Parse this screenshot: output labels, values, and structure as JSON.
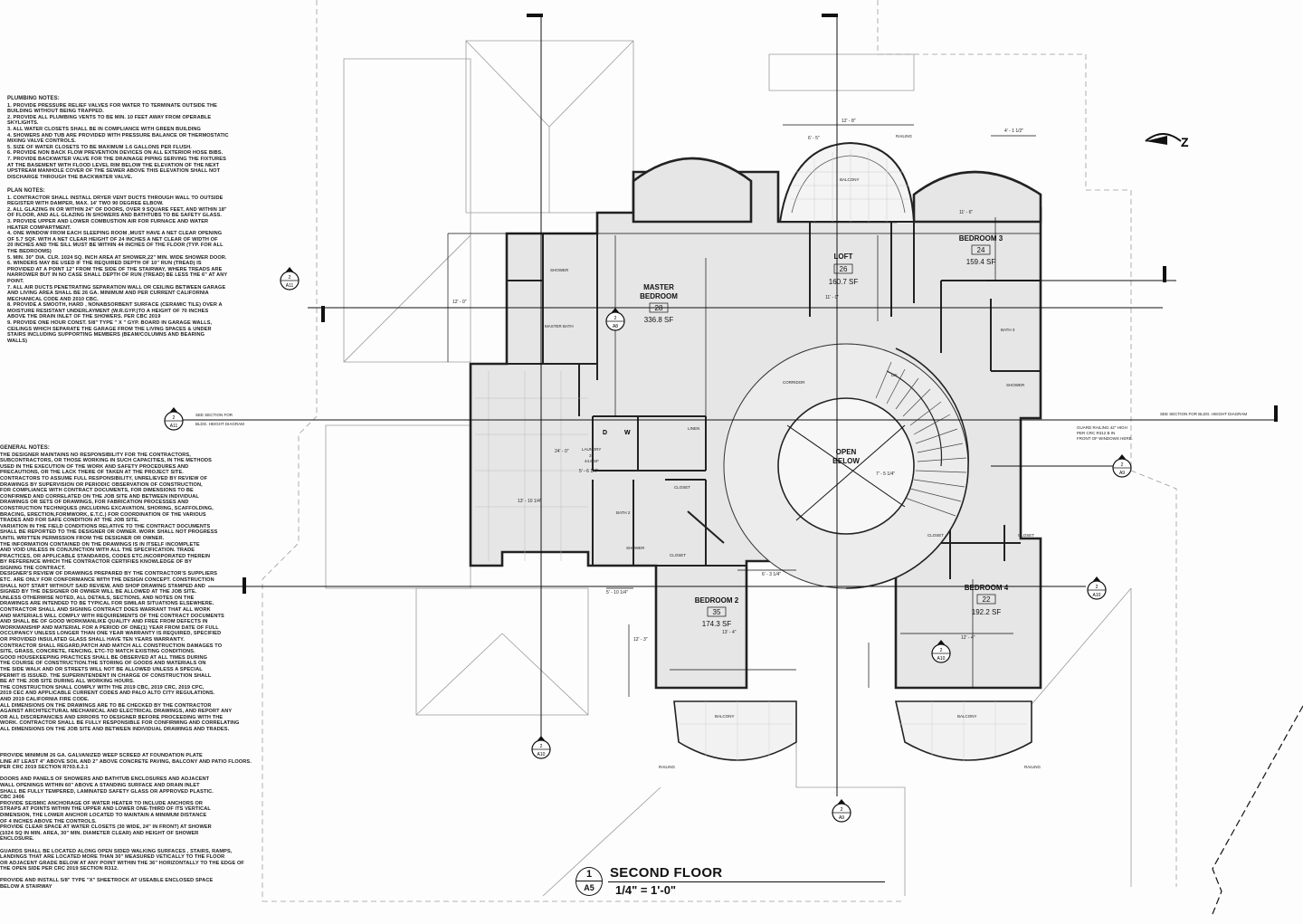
{
  "notes": {
    "plumbing": {
      "title": "PLUMBING NOTES:",
      "lines": [
        "1.   PROVIDE PRESSURE RELIEF VALVES FOR WATER TO TERMINATE OUTSIDE THE",
        "      BUILDING WITHOUT BEING TRAPPED.",
        "2.   PROVIDE ALL PLUMBING VENTS TO BE MIN. 10 FEET AWAY FROM OPERABLE",
        "      SKYLIGHTS.",
        "3.   ALL WATER CLOSETS SHALL BE IN COMPLIANCE WITH GREEN BUILDING",
        "4.   SHOWERS AND TUB ARE PROVIDED WITH PRESSURE BALANCE OR THERMOSTATIC",
        "      MIXING VALVE CONTROLS.",
        "5.   SIZE OF WATER CLOSETS TO BE MAXIMUM 1.6 GALLONS PER FLUSH.",
        "6.   PROVIDE NON BACK FLOW PREVENTION DEVICES ON ALL EXTERIOR HOSE BIBS.",
        "7.   PROVIDE BACKWATER VALVE FOR THE DRAINAGE PIPING SERVING THE FIXTURES",
        "      AT THE BASEMENT WITH FLOOD LEVEL RIM BELOW THE ELEVATION OF THE NEXT",
        "      UPSTREAM MANHOLE COVER OF THE SEWER ABOVE THIS ELEVATION SHALL NOT",
        "      DISCHARGE THROUGH THE BACKWATER VALVE."
      ]
    },
    "plan": {
      "title": "PLAN NOTES:",
      "lines": [
        "1.   CONTRACTOR SHALL INSTALL DRYER VENT DUCTS THROUGH WALL TO OUTSIDE",
        "      REGISTER WITH DAMPER, MAX. 14' TWO 90 DEGREE ELBOW.",
        "2.   ALL GLAZING IN OR WITHIN 24\" OF DOORS, OVER 9 SQUARE FEET, AND WITHIN 18\"",
        "      OF FLOOR, AND ALL GLAZING IN SHOWERS AND BATHTUBS TO BE SAFETY GLASS.",
        "3.   PROVIDE UPPER AND LOWER COMBUSTION AIR FOR FURNACE AND WATER",
        "      HEATER COMPARTMENT.",
        "4.   ONE WINDOW FROM EACH SLEEPING ROOM ,MUST HAVE A NET CLEAR OPENING",
        "      OF 5.7 SQF. WITH A NET CLEAR HEIGHT OF 24 INCHES A NET CLEAR OF WIDTH OF",
        "      20 INCHES AND THE SILL MUST BE WITHIN 44 INCHES OF THE FLOOR (TYP. FOR ALL",
        "      THE BEDROOMS)",
        "5.   MIN. 30\" DIA. CLR. 1024 SQ. INCH AREA AT SHOWER,22\" MIN. WIDE SHOWER DOOR.",
        "6.   WINDERS MAY BE USED IF THE REQUIRED DEPTH OF 10\" RUN (TREAD) IS",
        "      PROVIDED AT A POINT 12\" FROM THE SIDE OF THE STAIRWAY, WHERE TREADS ARE",
        "      NARROWER BUT IN NO CASE SHALL DEPTH OF RUN (TREAD) BE LESS THE 6\" AT ANY",
        "      POINT.",
        "7.   ALL AIR DUCTS PENETRATING SEPARATION WALL OR CEILING BETWEEN GARAGE",
        "      AND LIVING AREA SHALL BE 26 GA. MINIMUM AND PER CURRENT CALIFORNIA",
        "      MECHANICAL CODE AND 2010 CBC.",
        "8.   PROVIDE A SMOOTH, HARD , NONABSORBENT SURFACE (CERAMIC TILE) OVER A",
        "      MOISTURE RESISTANT UNDERLAYMENT (W.R.GYP.)TO A HEIGHT OF 70 INCHES",
        "      ABOVE THE DRAIN INLET OF THE SHOWERS. PER CBC 2019",
        "9.   PROVIDE ONE HOUR CONST. 5/8\" TYPE \" X \" GYP. BOARD IN GARAGE WALLS,",
        "      CEILINGS WHICH SEPARATE THE GARAGE FROM THE LIVING SPACES & UNDER",
        "      STAIRS INCLUDING SUPPORTING MEMBERS (BEAM/COLUMNS AND BEARING",
        "      WALLS)"
      ]
    },
    "general": {
      "title": "GENERAL NOTES:",
      "lines": [
        "THE DESIGNER MAINTAINS NO RESPONSIBILITY FOR THE CONTRACTORS,",
        "SUBCONTRACTORS, OR THOSE WORKING IN SUCH CAPACITIES, IN THE METHODS",
        "USED IN THE EXECUTION OF THE WORK AND SAFETY PROCEDURES AND",
        "PRECAUTIONS, OR THE LACK THERE OF TAKEN AT THE PROJECT SITE.",
        "CONTRACTORS TO ASSUME FULL RESPONSIBILITY, UNRELIEVED BY REVIEW OF",
        "DRAWINGS BY SUPERVISION OR PERIODIC OBSERVATION OF CONSTRUCTION,",
        "FOR COMPLIANCE WITH CONTRACT DOCUMENTS, FOR DIMENSIONS TO BE",
        "CONFIRMED AND CORRELATED ON THE JOB SITE AND BETWEEN INDIVIDUAL",
        "DRAWINGS OR SETS OF DRAWINGS, FOR FABRICATION PROCESSES AND",
        "CONSTRUCTION TECHNIQUES (INCLUDING EXCAVATION, SHORING, SCAFFOLDING,",
        "BRACING, ERECTION,FORMWORK, E.T.C.) FOR COORDINATION OF THE VARIOUS",
        "TRADES AND FOR SAFE CONDITION AT THE JOB SITE.",
        "VARIATION IN THE FIELD CONDITIONS RELATIVE TO THE CONTRACT DOCUMENTS",
        "SHALL BE REPORTED TO THE DESIGNER OR OWNER. WORK SHALL NOT PROGRESS",
        "UNTIL WRITTEN PERMISSION FROM THE DESIGNER OR OWNER.",
        "THE INFORMATION CONTAINED ON THE DRAWINGS IS IN ITSELF INCOMPLETE",
        "AND VOID UNLESS IN CONJUNCTION WITH ALL THE SPECIFICATION. TRADE",
        "PRACTICES, OR APPLICABLE STANDARDS, CODES ETC.INCORPORATED THEREIN",
        "BY REFERENCE WHICH THE CONTRACTOR CERTIFIES KNOWLEDGE OF BY",
        "SIGNING THE CONTRACT.",
        "DESIGNER'S REVIEW OF DRAWINGS PREPARED BY THE CONTRACTOR'S SUPPLIERS",
        "ETC. ARE ONLY FOR CONFORMANCE WITH THE DESIGN CONCEPT. CONSTRUCTION",
        "SHALL NOT START WITHOUT SAID REVIEW, AND SHOP DRAWING STAMPED AND",
        "SIGNED BY THE DESIGNER OR OWNER WILL BE ALLOWED AT THE JOB SITE.",
        "UNLESS OTHERWISE NOTED, ALL DETAILS, SECTIONS, AND NOTES ON THE",
        "DRAWINGS ARE INTENDED TO BE TYPICAL FOR SIMILAR SITUATIONS ELSEWHERE.",
        "CONTRACTOR SHALL AND SIGNING CONTRACT DOES WARRANT THAT ALL WORK",
        "AND MATERIALS WILL COMPLY WITH REQUIREMENTS OF THE CONTRACT DOCUMENTS",
        "AND SHALL BE OF GOOD WORKMANLIKE QUALITY AND FREE FROM DEFECTS IN",
        "WORKMANSHIP AND MATERIAL FOR A PERIOD OF ONE(1) YEAR FROM DATE OF FULL",
        "OCCUPANCY UNLESS LONGER THAN ONE YEAR WARRANTY IS REQUIRED, SPECIFIED",
        "OR PROVIDED INSULATED GLASS SHALL HAVE TEN YEARS WARRANTY.",
        "CONTRACTOR SHALL REGARD,PATCH AND MATCH ALL CONSTRUCTION DAMAGES TO",
        "SITE, GRASS, CONCRETE, FENCING, ETC-TO MATCH EXISTING CONDITIONS.",
        "GOOD HOUSEKEEPING PRACTICES SHALL BE OBSERVED AT ALL TIMES DURING",
        "THE COURSE OF CONSTRUCTION.THE STORING OF GOODS AND MATERIALS ON",
        "THE SIDE WALK AND OR STREETS WILL NOT BE ALLOWED UNLESS A SPECIAL",
        "PERMIT IS ISSUED. THE SUPERINTENDENT IN CHARGE OF CONSTRUCTION SHALL",
        "BE AT THE JOB SITE DURING ALL WORKING HOURS.",
        "THE CONSTRUCTION SHALL COMPLY WITH THE 2019 CBC, 2019 CRC, 2019 CPC,",
        "2019 CEC AND APPLICABLE CURRENT CODES AND PALO ALTO CITY REGULATIONS.",
        "AND 2019 CALIFORNIA FIRE CODE.",
        "ALL DIMENSIONS ON THE DRAWINGS ARE TO BE CHECKED BY THE CONTRACTOR",
        "AGAINST ARCHITECTURAL MECHANICAL AND ELECTRICAL DRAWINGS, AND REPORT ANY",
        "OR ALL DISCREPANCIES AND ERRORS TO DESIGNER BEFORE PROCEEDING WITH THE",
        "WORK. CONTRACTOR SHALL BE FULLY RESPONSIBLE FOR CONFIRMING AND CORRELATING",
        "ALL DIMENSIONS ON THE JOB SITE AND BETWEEN INDIVIDUAL DRAWINGS AND TRADES."
      ]
    },
    "bottom": {
      "lines": [
        "   PROVIDE MINIMUM 26 GA. GALVANIZED WEEP SCREED AT FOUNDATION PLATE",
        "   LINE AT LEAST 4\" ABOVE SOIL AND 2\" ABOVE CONCRETE PAVING, BALCONY AND PATIO FLOORS.",
        "   PER CRC 2019 SECTION R703.6.2.1",
        "",
        "   DOORS AND PANELS OF SHOWERS AND BATHTUB ENCLOSURES AND ADJACENT",
        "   WALL OPENINGS WITHIN 60\" ABOVE A STANDING SURFACE AND DRAIN INLET",
        "   SHALL BE FULLY TEMPERED, LAMINATED SAFETY GLASS OR APPROVED PLASTIC.",
        "   CBC 2406",
        "   PROVIDE SEISMIC ANCHORAGE OF WATER HEATER TO INCLUDE ANCHORS OR",
        "   STRAPS AT POINTS WITHIN THE UPPER AND LOWER ONE-THIRD OF ITS VERTICAL",
        "   DIMENSION, THE LOWER ANCHOR LOCATED TO MAINTAIN A MINIMUM DISTANCE",
        "   OF 4 INCHES ABOVE THE CONTROLS.",
        "   PROVIDE CLEAR SPACE AT WATER CLOSETS (30 WIDE, 24\" IN FRONT) AT SHOWER",
        "   (1024 SQ IN MIN. AREA, 30\" MIN. DIAMETER CLEAR) AND HEIGHT OF SHOWER",
        "   ENCLOSURE.",
        "",
        "   GUARDS SHALL BE LOCATED ALONG OPEN SIDED WALKING SURFACES , STAIRS, RAMPS,",
        "   LANDINGS THAT ARE LOCATED MORE THAN 30\" MEASURED VETICALLY TO THE FLOOR",
        "   OR ADJACENT GRADE BELOW AT ANY POINT WITHIN THE 36\" HORIZONTALLY TO THE EDGE OF",
        "   THE OPEN SIDE PER CRC 2019 SECTION R312.",
        "",
        "   PROVIDE AND INSTALL 5/8\" TYPE \"X\" SHEETROCK AT USEABLE ENCLOSED SPACE",
        "   BELOW A STAIRWAY"
      ]
    }
  },
  "rooms": [
    {
      "id": "master",
      "name": "MASTER",
      "name2": "BEDROOM",
      "num": "28",
      "area": "336.8 SF"
    },
    {
      "id": "loft",
      "name": "LOFT",
      "num": "26",
      "area": "160.7 SF"
    },
    {
      "id": "bedroom3",
      "name": "BEDROOM 3",
      "num": "24",
      "area": "159.4 SF"
    },
    {
      "id": "bedroom2",
      "name": "BEDROOM 2",
      "num": "35",
      "area": "174.3 SF"
    },
    {
      "id": "bedroom4",
      "name": "BEDROOM 4",
      "num": "22",
      "area": "192.2 SF"
    },
    {
      "id": "open",
      "name": "OPEN",
      "name2": "BELOW"
    }
  ],
  "labels": {
    "master_bath": "MASTER BATH",
    "laundry": "LAUNDRY",
    "laundry_num": "37",
    "laundry_area": "44.6 SF",
    "corridor": "CORRIDOR",
    "balcony_top": "BALCONY",
    "balcony_left": "BALCONY",
    "balcony_right": "BALCONY",
    "closet": "CLOSET",
    "shower": "SHOWER",
    "linen": "LINEN",
    "bath2": "BATH 2",
    "bath3": "BATH 3",
    "railing": "RAILING",
    "dn": "DN",
    "washer": "W",
    "dryer": "D",
    "section_note": "SEE SECTION FOR",
    "section_note2": "BLDG. HEIGHT DIAGRAM",
    "section_note_right": "SEE SECTION FOR BLDG. HEIGHT DIAGRAM",
    "guard_note": "GUARD RAILING 42\" HIGH",
    "guard_note2": "PER CRC R312 B IN",
    "guard_note3": "FRONT OF WINDOWS HERE."
  },
  "dims": {
    "top_width": "12' - 8\"",
    "top_a": "6' - 5\"",
    "top_right": "4' - 1 1/2\"",
    "d1": "11' - 0\"",
    "d2": "13' - 10 1/4\"",
    "d3": "7' - 5 1/4\"",
    "d4": "5' - 10 1/4\"",
    "d5": "5' - 6 1/4\"",
    "d6": "12' - 3\"",
    "d7": "13' - 4\"",
    "d8": "12' - 4\"",
    "d9": "11' - 6\"",
    "d10": "12' - 0\"",
    "d11": "6' - 3 1/4\"",
    "d12": "24' - 0\""
  },
  "section_markers": [
    "A11",
    "A11",
    "A8",
    "A10",
    "A10",
    "A10",
    "A9",
    "A9"
  ],
  "title_block": {
    "number": "1",
    "sheet": "A5",
    "name": "SECOND FLOOR",
    "scale": "1/4\" = 1'-0\""
  }
}
